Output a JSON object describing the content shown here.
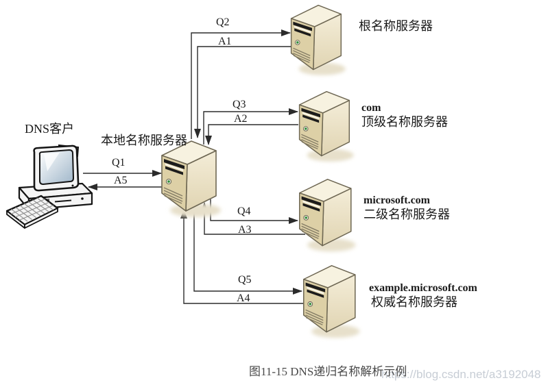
{
  "diagram": {
    "caption": "图11-15 DNS递归名称解析示例",
    "watermark": "https://blog.csdn.net/a3192048",
    "nodes": {
      "client": {
        "label": "DNS客户"
      },
      "local_server": {
        "label": "本地名称服务器"
      },
      "root_server": {
        "label": "根名称服务器"
      },
      "tld_server": {
        "domain": "com",
        "label": "顶级名称服务器"
      },
      "second_level_server": {
        "domain": "microsoft.com",
        "label": "二级名称服务器"
      },
      "authoritative_server": {
        "domain": "example.microsoft.com",
        "label": "权威名称服务器"
      }
    },
    "edge_labels": {
      "q1": "Q1",
      "a1": "A1",
      "q2": "Q2",
      "a2": "A2",
      "q3": "Q3",
      "a3": "A3",
      "q4": "Q4",
      "a4": "A4",
      "q5": "Q5",
      "a5": "A5"
    },
    "colors": {
      "background": "#ffffff",
      "server_top": "#f7f2e0",
      "server_front": "#ddd0a6",
      "server_side_light": "#f4edd8",
      "server_side_dark": "#e0d4b2",
      "server_outline": "#6e6753",
      "server_shadow": "#e7e0cb",
      "led_green": "#2e8b3a",
      "line": "#2b2b2b",
      "text": "#1a1a1a",
      "caption_text": "#494949",
      "watermark_text": "#c7cdd5"
    }
  }
}
